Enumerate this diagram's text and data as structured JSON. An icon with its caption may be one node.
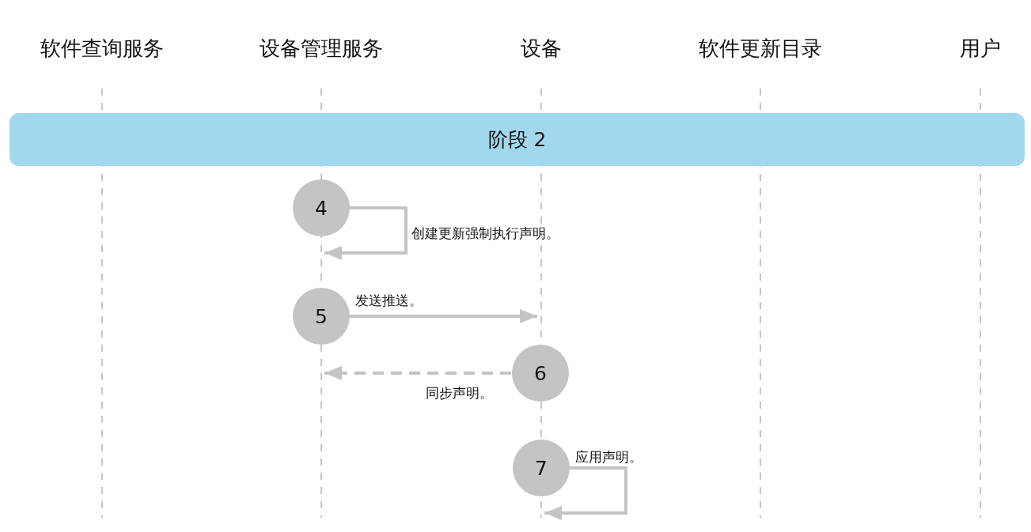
{
  "diagram": {
    "nodes": [
      {
        "text": [
          "阶段 2"
        ]
      },
      {
        "text": [
          "4"
        ]
      },
      {
        "text": [
          "5"
        ]
      },
      {
        "text": [
          "6"
        ]
      },
      {
        "text": [
          "7"
        ]
      }
    ],
    "edges": [
      {
        "from": 1,
        "to": 1,
        "arrow": "to",
        "label": "创建更新强制执行声明。"
      },
      {
        "from": 2,
        "to": 3,
        "arrow": "to",
        "label": "发送推送。"
      },
      {
        "from": 3,
        "to": 2,
        "arrow": "to",
        "label": "同步声明。",
        "style": "dashed"
      },
      {
        "from": 4,
        "to": 4,
        "arrow": "to",
        "label": "应用声明。"
      }
    ],
    "labels": [
      "软件查询服务",
      "设备管理服务",
      "设备",
      "软件更新目录",
      "用户"
    ]
  }
}
